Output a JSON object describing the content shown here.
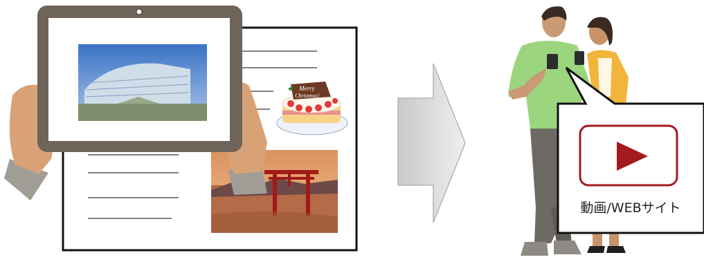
{
  "cake_text": [
    "Merry",
    "Christmas!"
  ],
  "result_label": "動画/WEBサイト",
  "colors": {
    "tablet_frame": "#6e6459",
    "skin": "#d9a276",
    "sleeve": "#9a9790",
    "play_red": "#a3191e",
    "arrow_fill": "#d7d7d7",
    "man_shirt": "#9bd67f",
    "woman_jacket": "#f1b53c"
  },
  "icons": [
    "tablet-icon",
    "hand-icon",
    "building-photo",
    "cake-illustration",
    "torii-photo",
    "arrow-right-icon",
    "people-illustration",
    "play-button-icon"
  ]
}
